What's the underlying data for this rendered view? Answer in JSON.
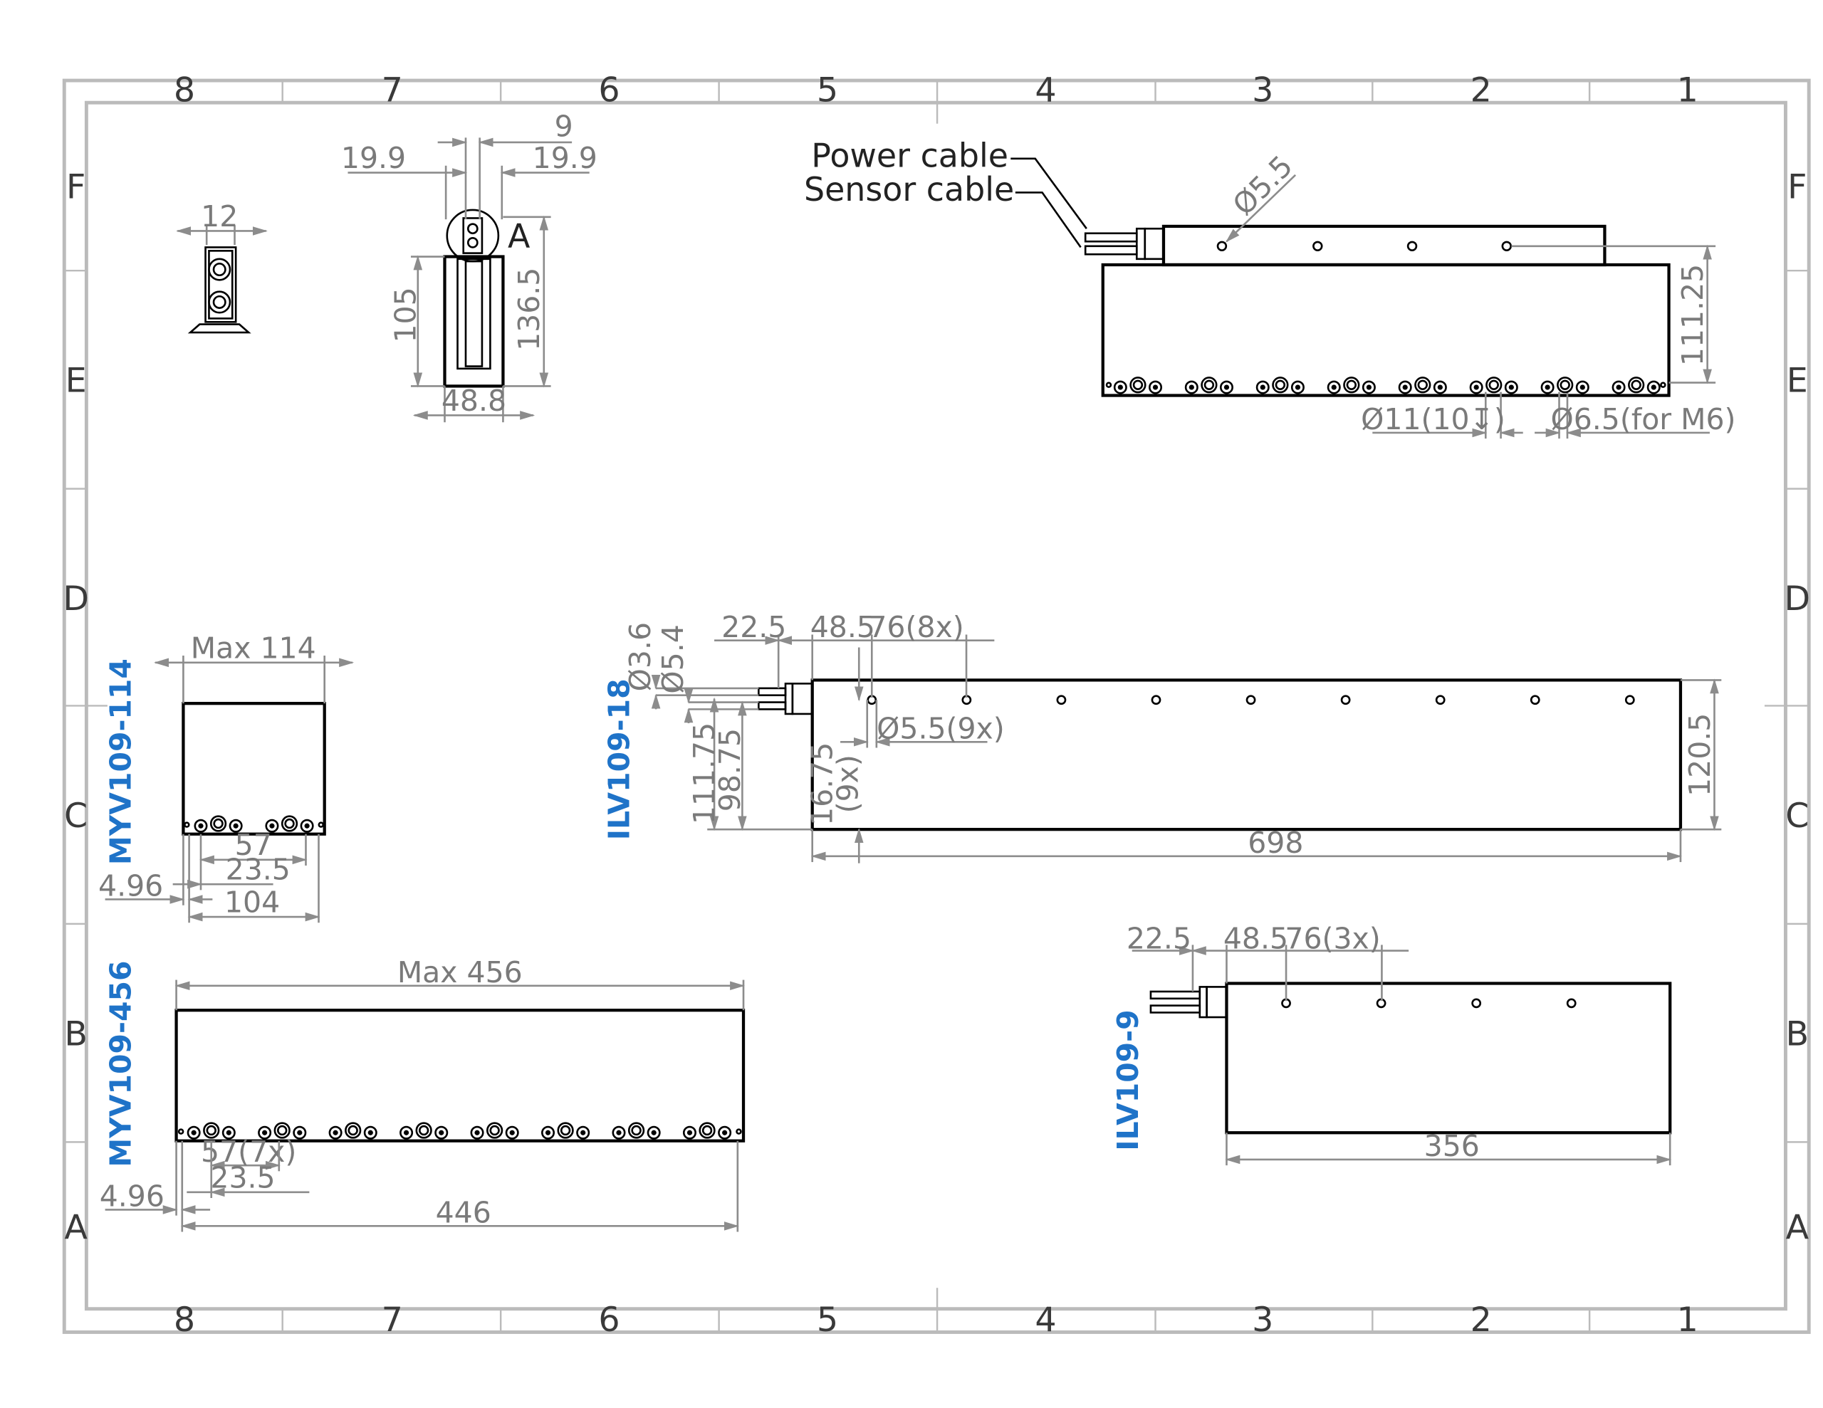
{
  "frame": {
    "columns": [
      "8",
      "7",
      "6",
      "5",
      "4",
      "3",
      "2",
      "1"
    ],
    "rows": [
      "F",
      "E",
      "D",
      "C",
      "B",
      "A"
    ]
  },
  "views": {
    "myv114": {
      "title": "MYV109-114",
      "max": "Max 114",
      "d1": "57",
      "d2": "23.5",
      "d3": "4.96",
      "d4": "104"
    },
    "myv456": {
      "title": "MYV109-456",
      "max": "Max 456",
      "d1": "57(7x)",
      "d2": "23.5",
      "d3": "4.96",
      "d4": "446"
    },
    "ilv18": {
      "title": "ILV109-18",
      "d1": "22.5",
      "d2": "48.5",
      "d3": "76(8x)",
      "d4": "Ø3.6",
      "d5": "Ø5.4",
      "d6": "Ø5.5(9x)",
      "d7": "111.75",
      "d8": "98.75",
      "d9": "16.75",
      "d10": "(9x)",
      "d11": "120.5",
      "d12": "698"
    },
    "ilv9": {
      "title": "ILV109-9",
      "d1": "22.5",
      "d2": "48.5",
      "d3": "76(3x)",
      "d4": "356"
    },
    "top": {
      "power": "Power cable",
      "sensor": "Sensor cable",
      "hole": "Ø5.5",
      "height": "111.25",
      "cbore": "Ø11(10↧)",
      "thru": "Ø6.5(for M6)"
    },
    "end": {
      "w12": "12",
      "d9": "9",
      "d19a": "19.9",
      "d19b": "19.9",
      "detail": "A",
      "h105": "105",
      "h136": "136.5",
      "w48": "48.8"
    }
  }
}
